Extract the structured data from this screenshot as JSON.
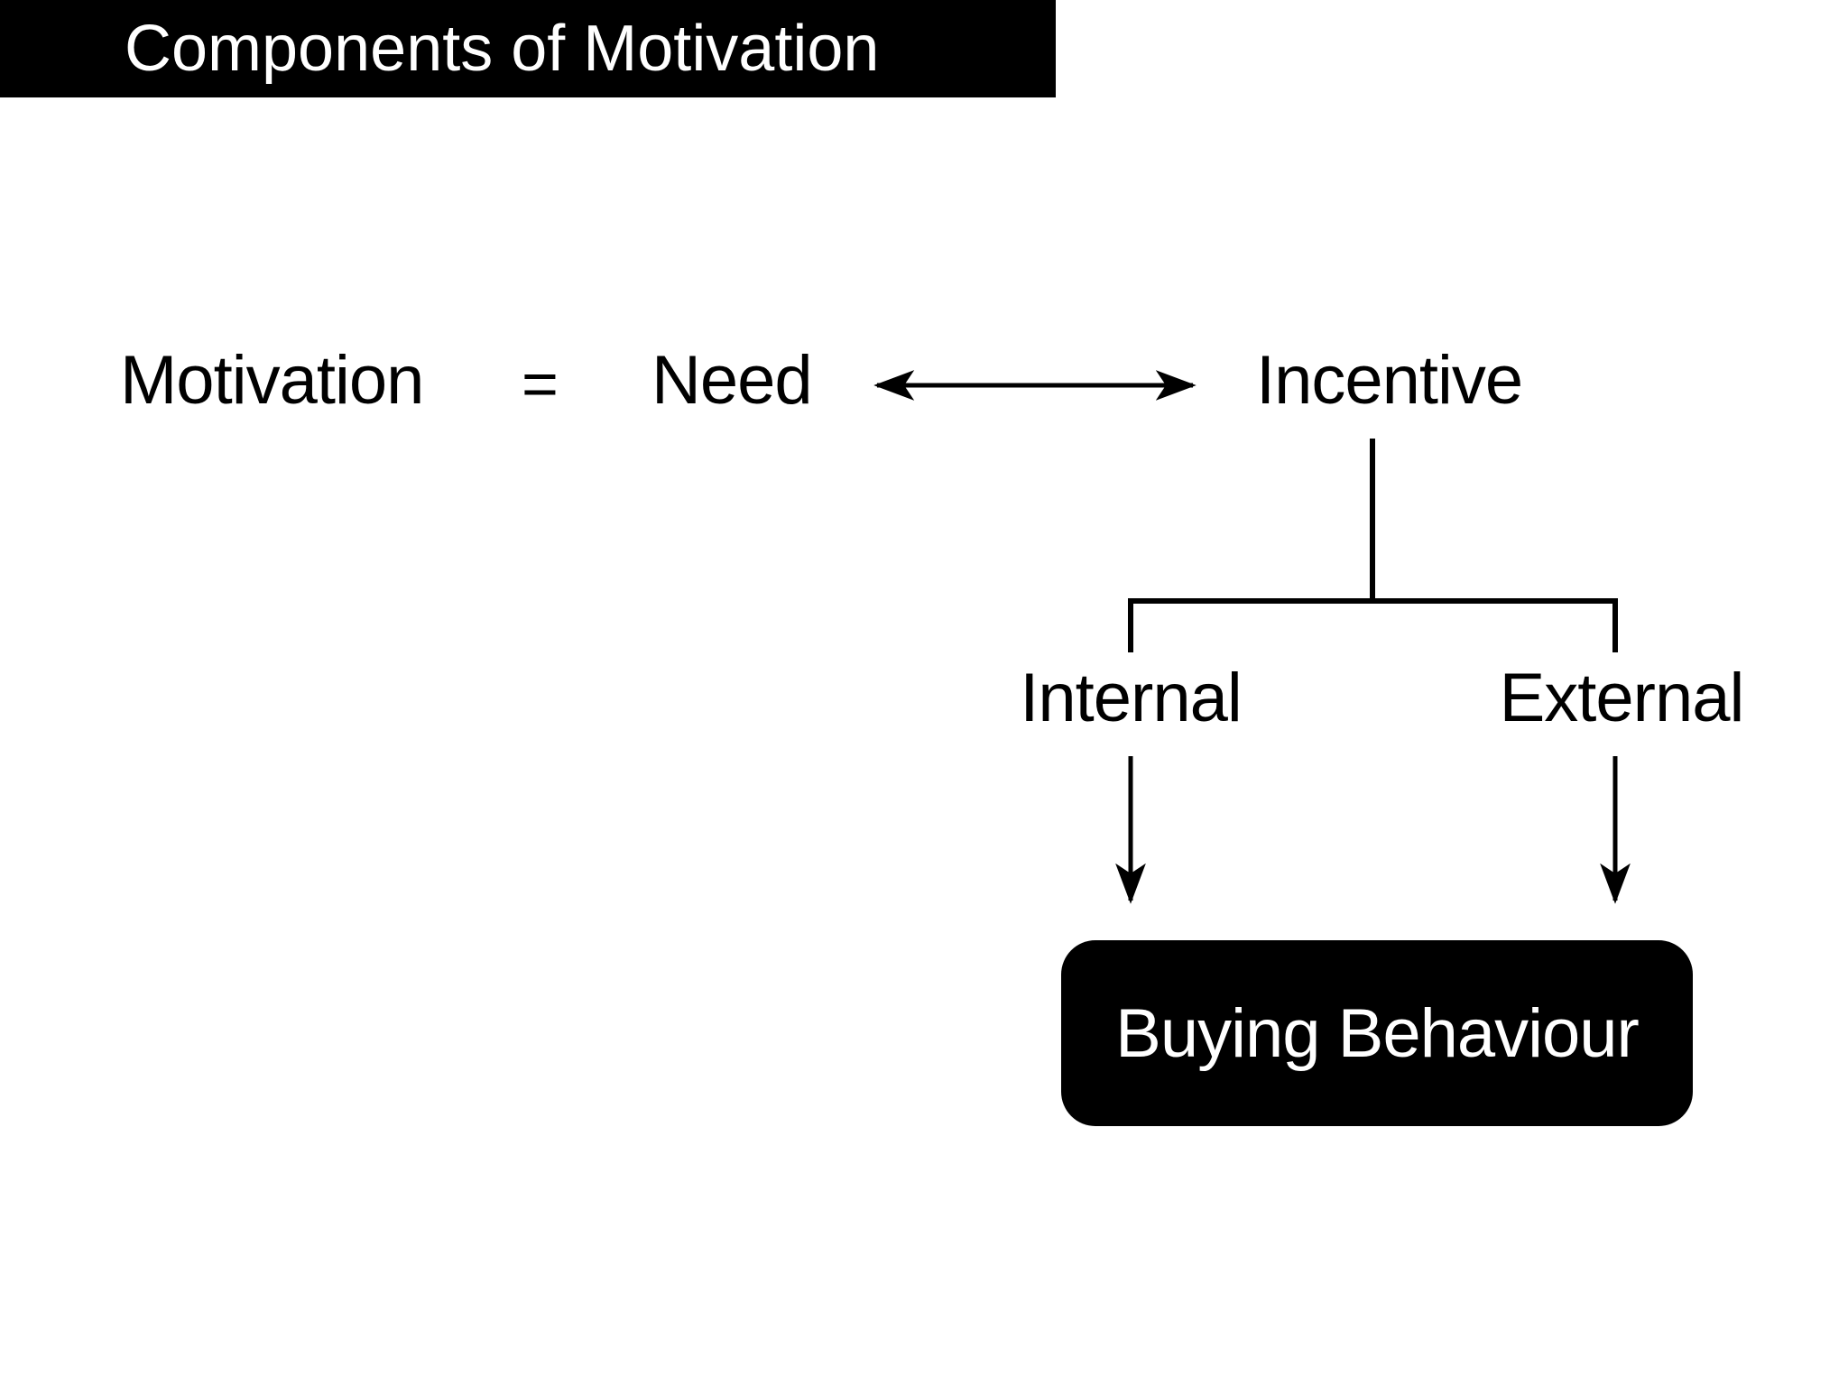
{
  "title": "Components of Motivation",
  "equation": {
    "motivation": "Motivation",
    "equals": "=",
    "need": "Need",
    "incentive": "Incentive"
  },
  "branches": {
    "internal": "Internal",
    "external": "External"
  },
  "outcome": "Buying Behaviour",
  "colors": {
    "background": "#ffffff",
    "banner_bg": "#000000",
    "banner_text": "#ffffff",
    "diagram_line": "#000000",
    "outcome_bg": "#000000",
    "outcome_text": "#ffffff"
  }
}
